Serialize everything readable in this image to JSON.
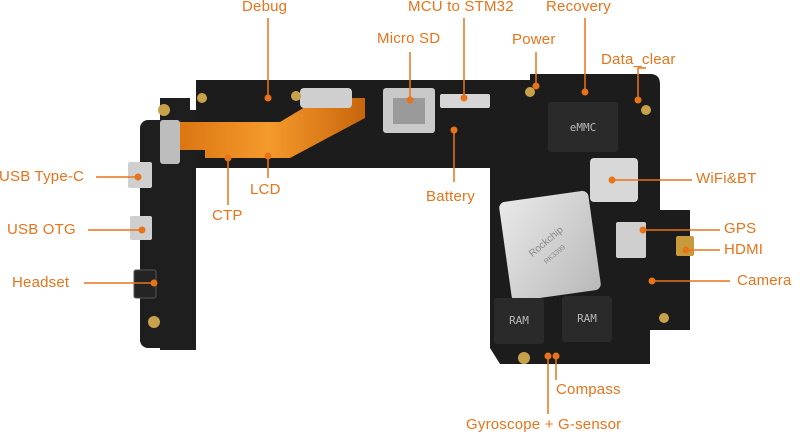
{
  "accent_color": "#e8731a",
  "board_color": "#1c1c1c",
  "labels": {
    "debug": "Debug",
    "mcu": "MCU to STM32",
    "recovery": "Recovery",
    "micro_sd": "Micro SD",
    "power": "Power",
    "data_clear": "Data_clear",
    "usb_type_c": "USB Type-C",
    "lcd": "LCD",
    "ctp": "CTP",
    "battery": "Battery",
    "wifi_bt": "WiFi&BT",
    "usb_otg": "USB OTG",
    "gps": "GPS",
    "hdmi": "HDMI",
    "headset": "Headset",
    "camera": "Camera",
    "compass": "Compass",
    "gyro": "Gyroscope + G-sensor"
  },
  "chips": {
    "emmc": "eMMC",
    "ram_left": "RAM",
    "ram_right": "RAM",
    "soc_brand": "Rockchip",
    "soc_model": "RK3399"
  }
}
